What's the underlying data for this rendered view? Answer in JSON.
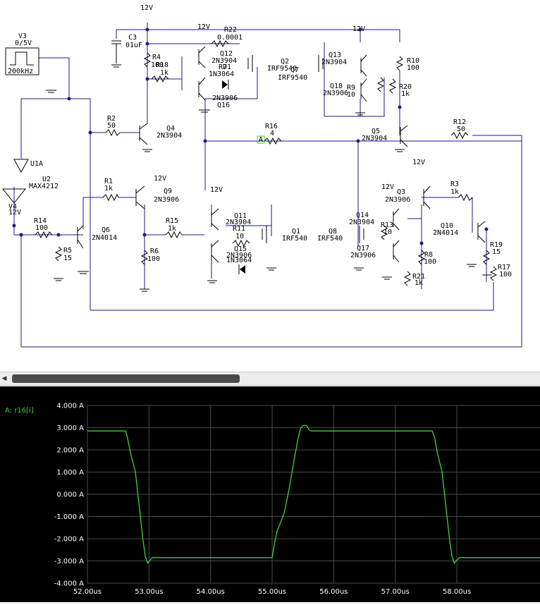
{
  "schematic": {
    "labels": {
      "v3": "V3",
      "v3_val": "0/5V",
      "v3_freq": "200kHz",
      "c3": "C3",
      "c3_val": "01uF",
      "r4": "R4",
      "r4_val": "100",
      "r18": "R18",
      "r18_val": "1k",
      "r22": "R22",
      "r22_val": "0.0001",
      "q12": "Q12",
      "q12_part": "2N3904",
      "d1": "D1",
      "d1_part": "1N3064",
      "q2": "Q2",
      "q2_part": "IRF9540",
      "q7": "Q7",
      "q7_part": "IRF9540",
      "q16": "Q16",
      "q16_part": "2N3906",
      "r7": "R7",
      "r16": "R16",
      "r16_val": "4",
      "probe": "A",
      "q13": "Q13",
      "q13_part": "2N3904",
      "q18": "Q18",
      "q18_part": "2N3906",
      "r9": "R9",
      "r9_val": "10",
      "r10": "R10",
      "r10_val": "100",
      "r20": "R20",
      "r20_val": "1k",
      "r12": "R12",
      "r12_val": "50",
      "q5": "Q5",
      "q5_part": "2N3904",
      "r2": "R2",
      "r2_val": "50",
      "q4": "Q4",
      "q4_part": "2N3904",
      "u1a": "U1A",
      "u2": "U2",
      "u2_part": "MAX4212",
      "v4": "V4",
      "v4_val": "12V",
      "r1": "R1",
      "r1_val": "1k",
      "q9": "Q9",
      "q9_part": "2N3906",
      "r14": "R14",
      "r14_val": "100",
      "q6": "Q6",
      "q6_part": "2N4014",
      "r5": "R5",
      "r5_val": "15",
      "r6": "R6",
      "r6_val": "100",
      "r15": "R15",
      "r15_val": "1k",
      "q11": "Q11",
      "q11_part": "2N3904",
      "r11": "R11",
      "r11_val": "10",
      "q15": "Q15",
      "q15_part": "2N3906",
      "d2_part": "1N3064",
      "q1": "Q1",
      "q1_part": "IRF540",
      "q8": "Q8",
      "q8_part": "IRF540",
      "q14": "Q14",
      "q14_part": "2N3904",
      "r13": "R13",
      "r13_val": "10",
      "q17": "Q17",
      "q17_part": "2N3906",
      "q3": "Q3",
      "q3_part": "2N3906",
      "r8": "R8",
      "r8_val": "100",
      "r21": "R21",
      "r21_val": "1k",
      "r3": "R3",
      "r3_val": "1k",
      "q10": "Q10",
      "q10_part": "2N4014",
      "r19": "R19",
      "r19_val": "15",
      "r17": "R17",
      "r17_val": "100",
      "supply": "12V"
    }
  },
  "scrollbar": {
    "left_arrow": "◀"
  },
  "scope": {
    "trace_label": "A: r16[i]",
    "trace_color": "#3cd23c",
    "grid_color": "#4a4a4a",
    "background": "#000000"
  },
  "chart_data": {
    "type": "line",
    "title": "",
    "xlabel": "",
    "ylabel": "",
    "xlim": [
      52.0,
      59.35
    ],
    "ylim": [
      -4.0,
      4.0
    ],
    "grid": true,
    "x_ticks": [
      "52.00us",
      "53.00us",
      "54.00us",
      "55.00us",
      "56.00us",
      "57.00us",
      "58.00us"
    ],
    "y_ticks": [
      "4.000 A",
      "3.000 A",
      "2.000 A",
      "1.000 A",
      "0.000 A",
      "-1.000 A",
      "-2.000 A",
      "-3.000 A",
      "-4.000 A"
    ],
    "series": [
      {
        "name": "A: r16[i]",
        "x": [
          52.0,
          52.62,
          52.65,
          52.7,
          52.78,
          52.82,
          52.86,
          52.9,
          52.94,
          52.98,
          53.02,
          53.06,
          53.1,
          55.0,
          55.04,
          55.08,
          55.14,
          55.2,
          55.28,
          55.36,
          55.42,
          55.46,
          55.5,
          55.56,
          55.6,
          55.64,
          55.66,
          55.7,
          57.6,
          57.64,
          57.68,
          57.76,
          57.8,
          57.84,
          57.88,
          57.92,
          57.96,
          58.0,
          58.04,
          58.1,
          59.35
        ],
        "y": [
          2.85,
          2.85,
          2.55,
          1.85,
          1.0,
          0.0,
          -1.0,
          -2.0,
          -2.8,
          -3.1,
          -2.95,
          -2.85,
          -2.85,
          -2.85,
          -2.2,
          -1.65,
          -1.25,
          -0.8,
          0.3,
          1.6,
          2.5,
          2.95,
          3.1,
          3.1,
          2.9,
          2.85,
          2.85,
          2.85,
          2.85,
          2.55,
          1.9,
          1.0,
          0.0,
          -1.0,
          -2.0,
          -2.8,
          -3.1,
          -2.95,
          -2.85,
          -2.85,
          -2.85
        ]
      }
    ]
  }
}
